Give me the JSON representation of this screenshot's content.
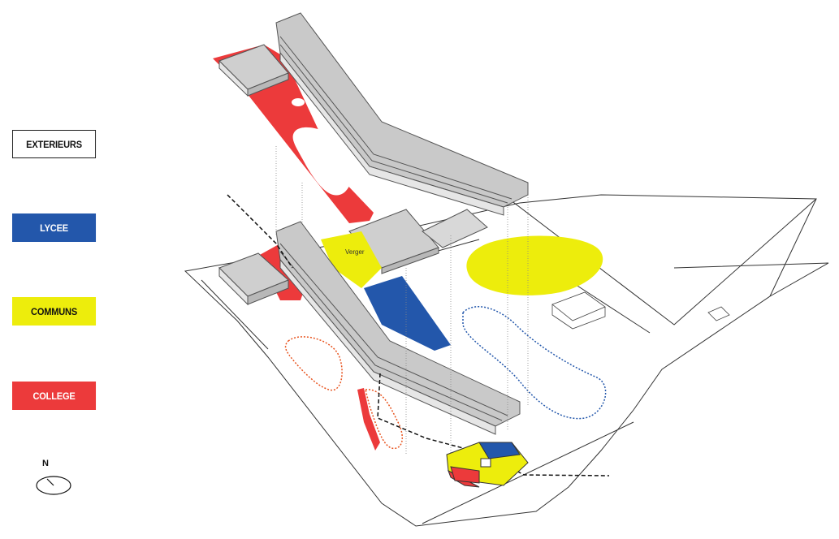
{
  "legend": {
    "exterieurs": "EXTERIEURS",
    "lycee": "LYCEE",
    "communs": "COMMUNS",
    "college": "COLLEGE"
  },
  "compass": {
    "label": "N"
  },
  "plan": {
    "verger_label": "Verger"
  },
  "colors": {
    "lycee": "#2357ab",
    "communs": "#eded0c",
    "college": "#ec3a3b",
    "building": "#c8c8c8"
  }
}
